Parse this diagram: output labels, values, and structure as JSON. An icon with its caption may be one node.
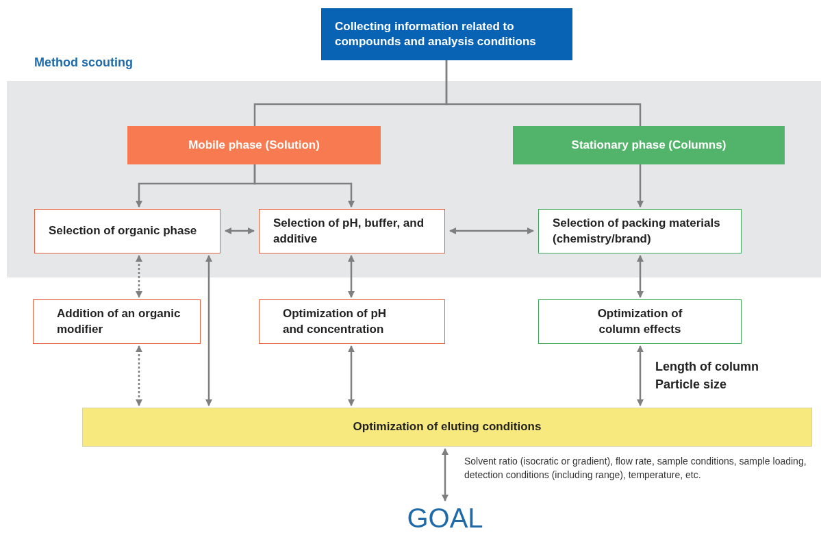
{
  "diagram": {
    "nodes": [
      {
        "text": [
          "Collecting information related to compounds and analysis conditions"
        ]
      },
      {
        "text": [
          "Method scouting"
        ]
      },
      {
        "text": [
          "Mobile phase (Solution)"
        ],
        "in": 1
      },
      {
        "text": [
          "Stationary phase (Columns)"
        ],
        "in": 1
      },
      {
        "text": [
          "Selection of organic phase"
        ],
        "in": 1
      },
      {
        "text": [
          "Selection of pH, buffer, and additive"
        ],
        "in": 1
      },
      {
        "text": [
          "Selection of packing materials (chemistry/brand)"
        ],
        "in": 1
      },
      {
        "text": [
          "Addition of an organic modifier"
        ]
      },
      {
        "text": [
          "Optimization of pH and concentration"
        ]
      },
      {
        "text": [
          "Optimization of column effects"
        ]
      },
      {
        "text": [
          "Optimization of eluting conditions"
        ]
      },
      {
        "text": [
          "GOAL"
        ]
      }
    ],
    "edges": [
      {
        "from": 0,
        "to": 2,
        "arrow": "none"
      },
      {
        "from": 0,
        "to": 3,
        "arrow": "none"
      },
      {
        "from": 2,
        "to": 4,
        "arrow": "to"
      },
      {
        "from": 2,
        "to": 5,
        "arrow": "to"
      },
      {
        "from": 3,
        "to": 6,
        "arrow": "to"
      },
      {
        "from": 4,
        "to": 5,
        "arrow": "both"
      },
      {
        "from": 5,
        "to": 6,
        "arrow": "both"
      },
      {
        "from": 4,
        "to": 7,
        "arrow": "both",
        "style": "dashed"
      },
      {
        "from": 7,
        "to": 10,
        "arrow": "both",
        "style": "dashed"
      },
      {
        "from": 4,
        "to": 10,
        "arrow": "both"
      },
      {
        "from": 5,
        "to": 8,
        "arrow": "both"
      },
      {
        "from": 8,
        "to": 10,
        "arrow": "both"
      },
      {
        "from": 6,
        "to": 9,
        "arrow": "both"
      },
      {
        "from": 9,
        "to": 10,
        "arrow": "both"
      },
      {
        "from": 10,
        "to": 11,
        "arrow": "both"
      }
    ],
    "labels": [
      "Length of column Particle size",
      "Solvent ratio (isocratic or gradient), flow rate, sample conditions, sample loading, detection conditions (including range), temperature, etc."
    ]
  }
}
